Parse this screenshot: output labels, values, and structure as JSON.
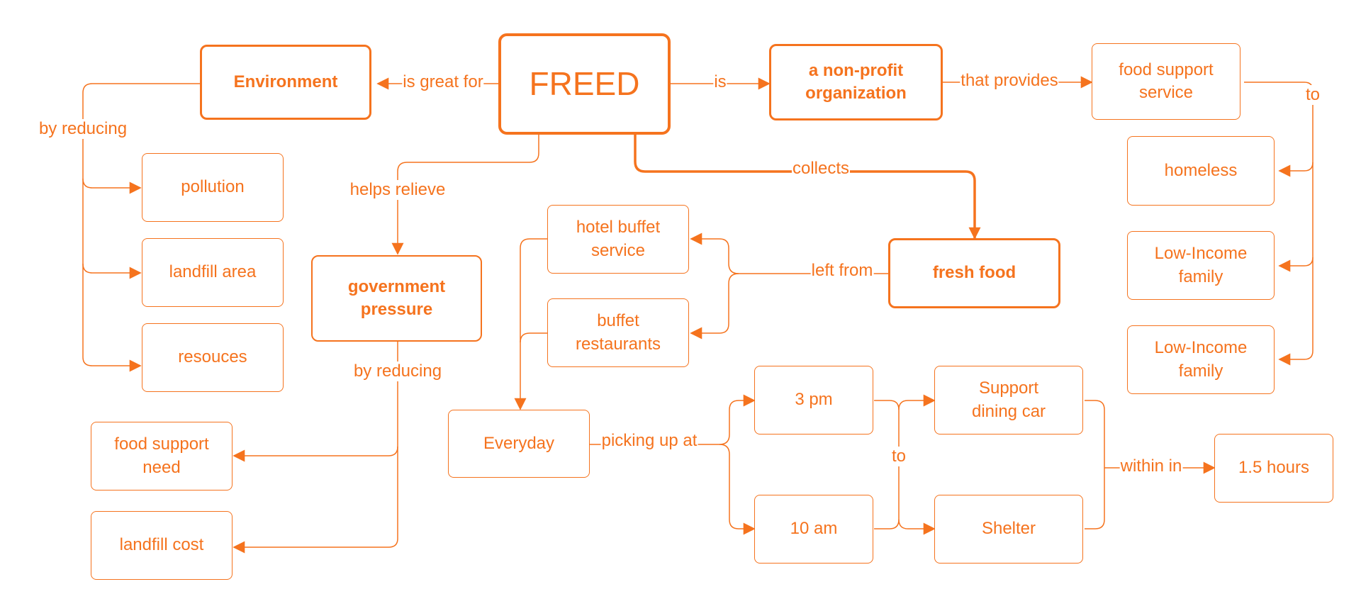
{
  "nodes": {
    "freed": "FREED",
    "environment": "Environment",
    "nonprofit": "a non-profit\norganization",
    "food_support_service": "food support\nservice",
    "homeless": "homeless",
    "low_income_1": "Low-Income\nfamily",
    "low_income_2": "Low-Income\nfamily",
    "pollution": "pollution",
    "landfill_area": "landfill area",
    "resouces": "resouces",
    "government_pressure": "government\npressure",
    "food_support_need": "food support\nneed",
    "landfill_cost": "landfill cost",
    "hotel_buffet": "hotel buffet\nservice",
    "buffet_restaurants": "buffet\nrestaurants",
    "fresh_food": "fresh food",
    "everyday": "Everyday",
    "pm3": "3 pm",
    "am10": "10 am",
    "support_dining_car": "Support\ndining car",
    "shelter": "Shelter",
    "hours": "1.5 hours"
  },
  "links": {
    "is_great_for": "is great for",
    "is": "is",
    "that_provides": "that provides",
    "to_right": "to",
    "by_reducing_left": "by reducing",
    "helps_relieve": "helps relieve",
    "collects": "collects",
    "left_from": "left from",
    "by_reducing_mid": "by reducing",
    "picking_up_at": "picking up at",
    "to_mid": "to",
    "within_in": "within in"
  },
  "colors": {
    "accent": "#f5731e"
  }
}
